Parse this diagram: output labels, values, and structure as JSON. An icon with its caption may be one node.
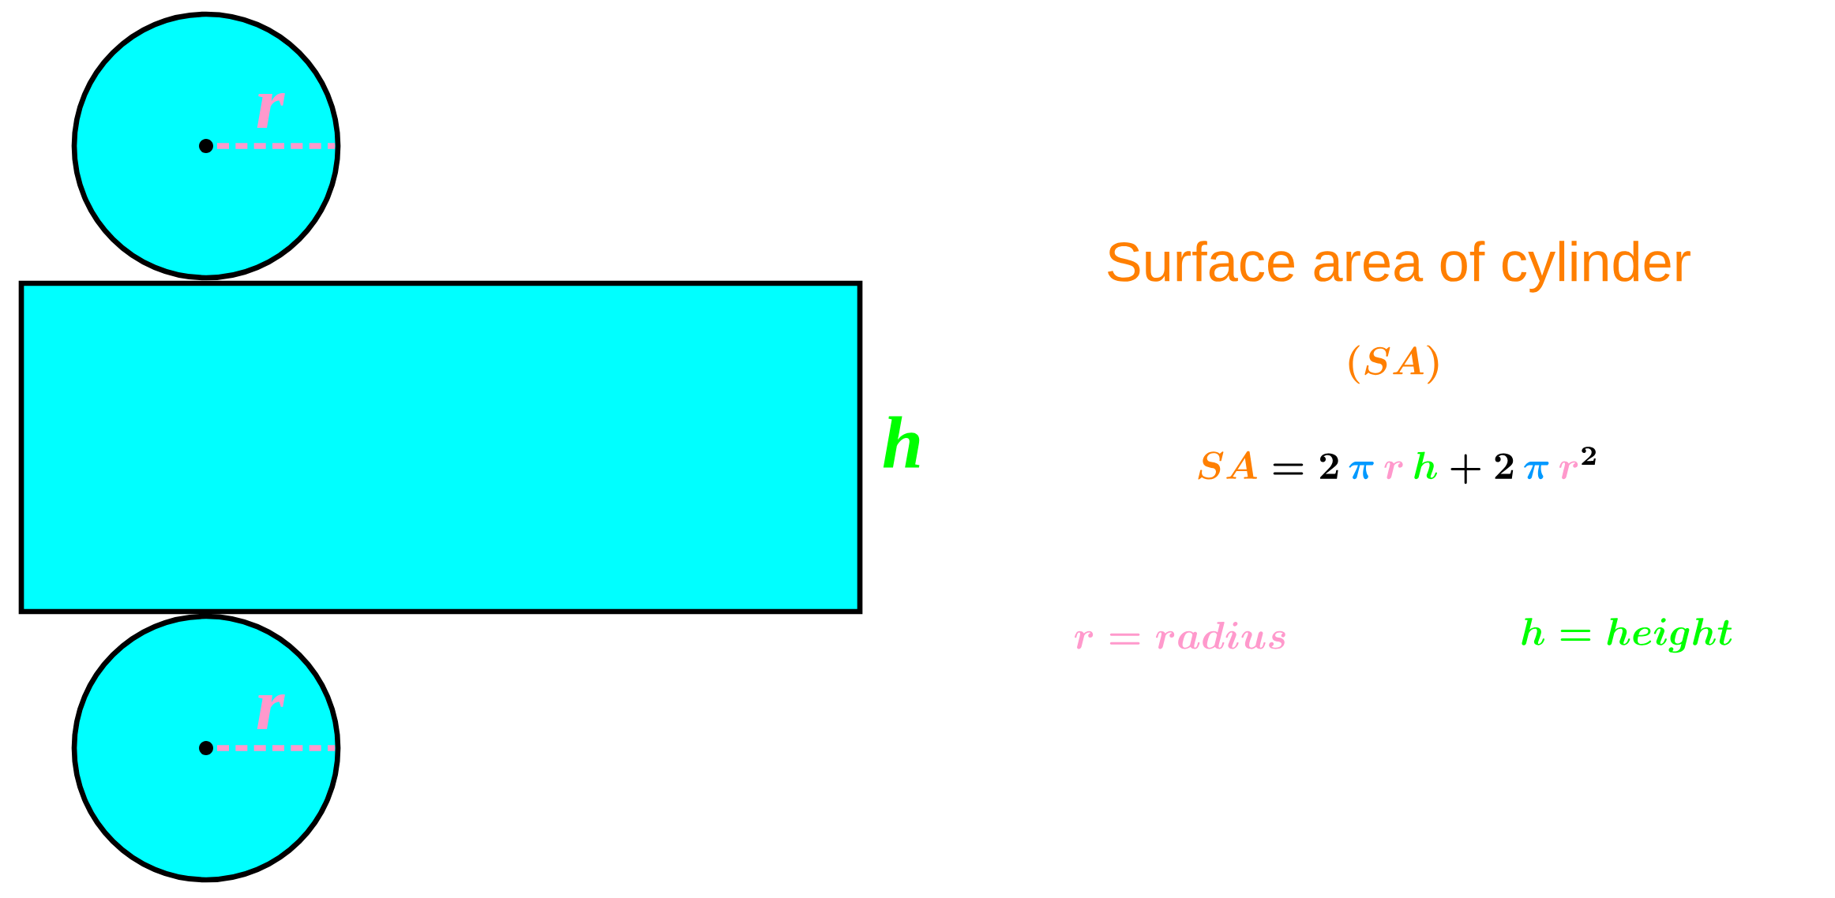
{
  "diagram": {
    "title": "Surface area of cylinder",
    "nodes": [
      {
        "text": [],
        "shape": "circle"
      },
      {
        "text": [],
        "shape": "box"
      },
      {
        "text": [],
        "shape": "circle"
      }
    ],
    "labels": [
      "r",
      "r",
      "h",
      "(SA)",
      "\\textcolor{saorange}{SA} = 2\\,\\textcolor{piblue}{\\pi}\\,\\textcolor{rpink}{r}\\,\\textcolor{hgreen}{h} + 2\\,\\textcolor{piblue}{\\pi}\\,\\textcolor{rpink}{r}^{2}",
      "r = radius",
      "h = height"
    ]
  }
}
